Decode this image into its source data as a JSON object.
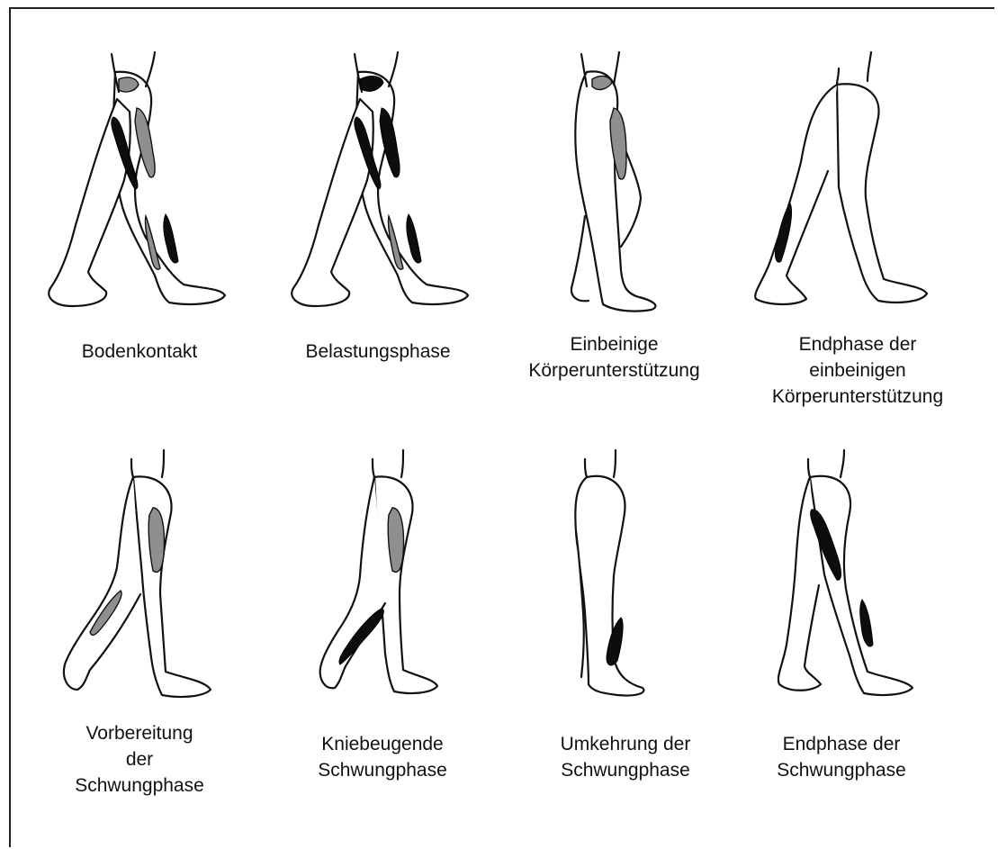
{
  "panels": [
    {
      "id": "bodenkontakt",
      "caption": "Bodenkontakt"
    },
    {
      "id": "belastungsphase",
      "caption": "Belastungsphase"
    },
    {
      "id": "einbeinige",
      "caption": "Einbeinige\nKörperunterstützung"
    },
    {
      "id": "endphase-unterstuetzung",
      "caption": "Endphase der\neinbeinigen\nKörperunterstützung"
    },
    {
      "id": "vorbereitung",
      "caption": "Vorbereitung\nder\nSchwungphase"
    },
    {
      "id": "kniebeugende",
      "caption": "Kniebeugende\nSchwungphase"
    },
    {
      "id": "umkehrung",
      "caption": "Umkehrung der\nSchwungphase"
    },
    {
      "id": "endphase-schwung",
      "caption": "Endphase der\nSchwungphase"
    }
  ],
  "colors": {
    "muscle_active": "#0d0d0d",
    "muscle_partial": "#8f8f8f",
    "outline": "#111111"
  }
}
